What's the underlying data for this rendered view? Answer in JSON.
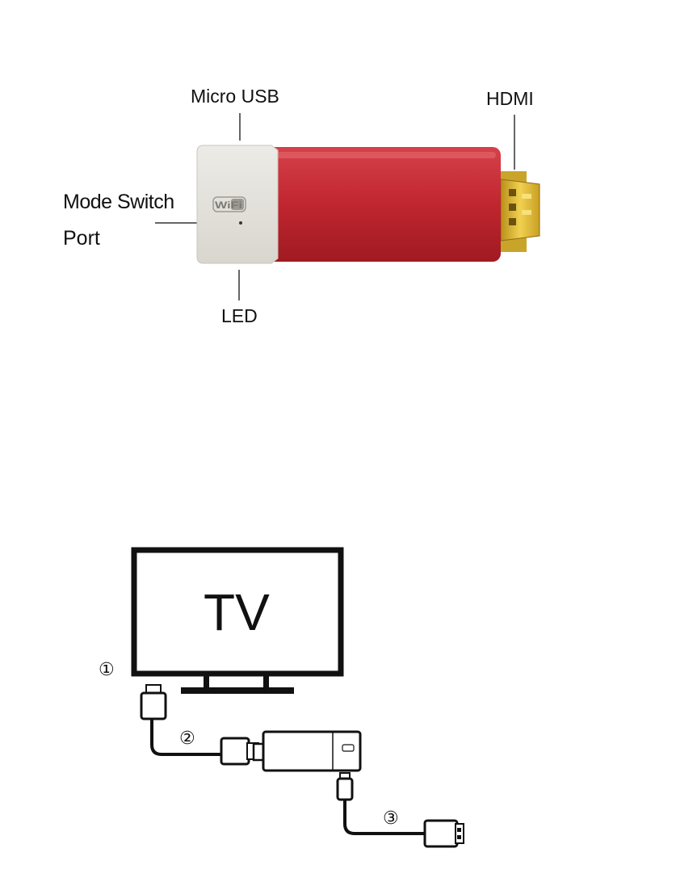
{
  "dongle": {
    "labels": {
      "micro_usb": "Micro USB",
      "hdmi": "HDMI",
      "mode_switch": "Mode Switch",
      "port": "Port",
      "led": "LED"
    },
    "wifi_logo": "WiFi",
    "colors": {
      "body_red": "#c0262f",
      "cap_white": "#e7e4dd",
      "hdmi_gold": "#d9b227"
    }
  },
  "connection": {
    "tv_label": "TV",
    "steps": [
      "①",
      "②",
      "③"
    ]
  }
}
